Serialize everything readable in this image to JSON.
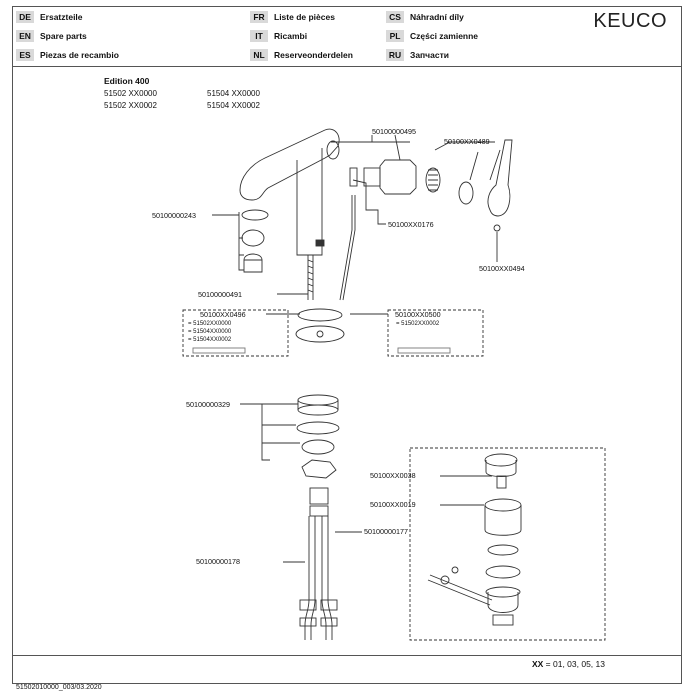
{
  "brand": "KEUCO",
  "languages": [
    {
      "code": "DE",
      "text": "Ersatzteile"
    },
    {
      "code": "EN",
      "text": "Spare parts"
    },
    {
      "code": "ES",
      "text": "Piezas de recambio"
    },
    {
      "code": "FR",
      "text": "Liste de pièces"
    },
    {
      "code": "IT",
      "text": "Ricambi"
    },
    {
      "code": "NL",
      "text": "Reserveonderdelen"
    },
    {
      "code": "CS",
      "text": "Náhradní díly"
    },
    {
      "code": "PL",
      "text": "Części zamienne"
    },
    {
      "code": "RU",
      "text": "Запчасти"
    }
  ],
  "edition": "Edition 400",
  "article_numbers": [
    "51502 XX0000",
    "51504 XX0000",
    "51502 XX0002",
    "51504 XX0002"
  ],
  "parts": {
    "p0495": "50100000495",
    "p0489": "50100XX0489",
    "p0243": "50100000243",
    "p0176": "50100XX0176",
    "p0494": "50100XX0494",
    "p0491": "50100000491",
    "p0496": "50100XX0496",
    "p0500": "50100XX0500",
    "p0329": "50100000329",
    "p0038": "50100XX0038",
    "p0019": "50100XX0019",
    "p0177": "50100000177",
    "p0178": "50100000178"
  },
  "box_left_items": [
    "= 51502XX0000",
    "= 51504XX0000",
    "= 51504XX0002"
  ],
  "box_right_items": [
    "= 51502XX0002"
  ],
  "xx_code": "XX",
  "xx_values": "= 01, 03, 05, 13",
  "footer": "51502010000_003/03.2020"
}
